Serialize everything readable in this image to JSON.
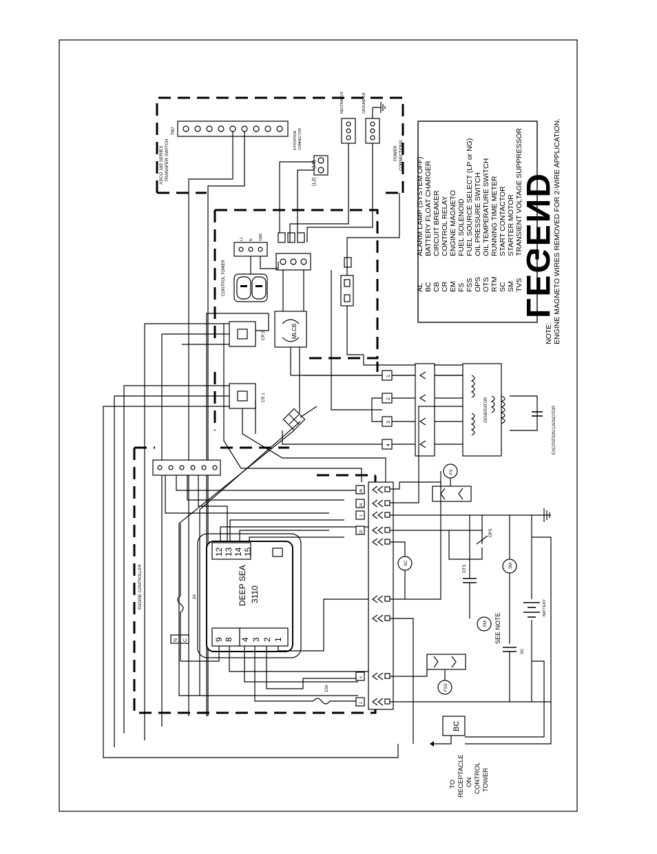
{
  "legend": {
    "title": "LEGEND",
    "items": [
      {
        "code": "AL",
        "desc": "ALARM LAMP (SYSTEM OFF)"
      },
      {
        "code": "BC",
        "desc": "BATTERY FLOAT CHARGER"
      },
      {
        "code": "CB",
        "desc": "CIRCUIT BREAKER"
      },
      {
        "code": "CR",
        "desc": "CONTROL RELAY"
      },
      {
        "code": "EM",
        "desc": "ENGINE MAGNETO"
      },
      {
        "code": "FS",
        "desc": "FUEL SOLENOID"
      },
      {
        "code": "FSS",
        "desc": "FUEL SOURCE SELECT (LP or NG)"
      },
      {
        "code": "OPS",
        "desc": "OIL PRESSURE SWITCH"
      },
      {
        "code": "OTS",
        "desc": "OIL TEMPERATURE SWITCH"
      },
      {
        "code": "RTM",
        "desc": "RUNNING TIME METER"
      },
      {
        "code": "SC",
        "desc": "START CONTACTOR"
      },
      {
        "code": "SM",
        "desc": "STARTER MOTOR"
      },
      {
        "code": "TVS",
        "desc": "TRANSIENT VOLTAGE SUPPRESSOR"
      }
    ],
    "note_label": "NOTE:",
    "note_text": "ENGINE MAGNETO WIRES REMOVED FOR 2-WIRE APPLICATION."
  },
  "labels": {
    "transfer_switch": "ASCO 165 SERIES",
    "transfer_switch_2": "TRANSFER SWITCH",
    "tb": "TB7",
    "connector": "9 POSITION",
    "connector_2": "CONNECTOR",
    "neutral": "NEUTRAL 1/8",
    "ground": "GROUND 1/8",
    "power": "POWER",
    "power_2": "CONNECTIONS",
    "l2": "(L2)",
    "l6": "(L6)",
    "control_tower": "CONTROL TOWER",
    "l1": "L1",
    "n": "N",
    "gnd": "GND",
    "cr2": "CR 2",
    "cr1": "CR 1",
    "mlcb": "MLCB",
    "generator": "GENERATOR",
    "excitation": "EXCITATION CAPACITOR",
    "engine_controller": "ENGINE CONTROLLER",
    "deep_sea": "DEEP SEA",
    "model": "3110",
    "fuse_2a": "2A",
    "fuse_10a": "10A",
    "pins_top": [
      "12",
      "13",
      "14",
      "15"
    ],
    "pins_mid": [
      "9",
      "8"
    ],
    "pins_bot": [
      "4",
      "3",
      "2",
      "1"
    ],
    "fs": "FS",
    "fss": "FSS",
    "ops": "OPS",
    "ots": "OTS",
    "sc": "SC",
    "sm": "SM",
    "em": "EM",
    "battery": "BATTERY",
    "see_note": "SEE NOTE",
    "sc_cap": "SC",
    "bc": "BC",
    "to": "TO",
    "receptacle": "RECEPTACLE",
    "on": "ON",
    "control": "CONTROL",
    "tower": "TOWER",
    "gen_wires": [
      "1",
      "2",
      "3",
      "4"
    ],
    "ctl_terms": [
      "2A",
      "24",
      "1",
      "22",
      "4",
      "2"
    ],
    "plug_marks": [
      "N",
      "C"
    ]
  }
}
